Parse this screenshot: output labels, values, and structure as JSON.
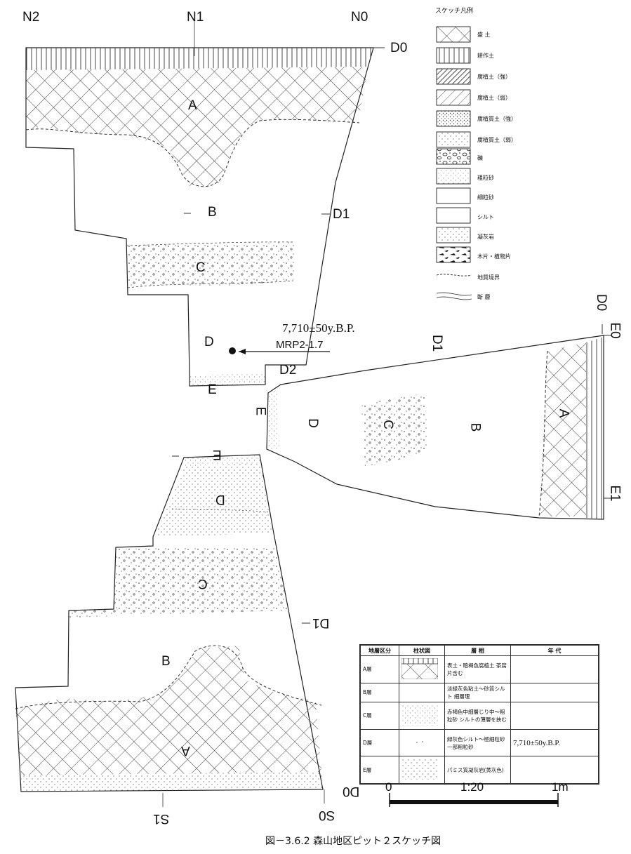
{
  "top_labels": {
    "n2": "N2",
    "n1": "N1",
    "n0": "N0",
    "d0_top": "D0"
  },
  "layers_north": {
    "a": "A",
    "b": "B",
    "c": "C",
    "d": "D",
    "e": "E"
  },
  "depth_marks": {
    "d1_north": "D1",
    "d2": "D2",
    "d1_east": "D1",
    "d0_east": "D0",
    "e0": "E0",
    "e1": "E1",
    "d1_south": "D1",
    "d0_south": "D0"
  },
  "layers_east": {
    "a": "A",
    "b": "B",
    "c": "C",
    "d": "D",
    "e": "E"
  },
  "layers_south": {
    "a": "A",
    "b": "B",
    "c": "C",
    "d": "D",
    "e": "E"
  },
  "bottom_labels": {
    "s1": "S1",
    "s0": "S0"
  },
  "sample": {
    "date": "7,710±50y.B.P.",
    "code": "MRP2-1.7"
  },
  "legend": {
    "title": "スケッチ凡例",
    "items": [
      {
        "label": "盛 土",
        "pattern": "crosshatch"
      },
      {
        "label": "耕作土",
        "pattern": "vertical"
      },
      {
        "label": "腐植土（強）",
        "pattern": "dense-diag"
      },
      {
        "label": "腐植土（弱）",
        "pattern": "sparse-diag"
      },
      {
        "label": "腐植質土（強）",
        "pattern": "dense-dots"
      },
      {
        "label": "腐植質土（弱）",
        "pattern": "sparse-dots"
      },
      {
        "label": "礫",
        "pattern": "gravel"
      },
      {
        "label": "粗粒砂",
        "pattern": "fine-dots"
      },
      {
        "label": "細粒砂",
        "pattern": "blank"
      },
      {
        "label": "シルト",
        "pattern": "blank"
      },
      {
        "label": "凝灰岩",
        "pattern": "faint-dots"
      },
      {
        "label": "木片・植物片",
        "pattern": "wood"
      },
      {
        "label": "地質境界",
        "pattern": "dashed-line"
      },
      {
        "label": "断 層",
        "pattern": "fault-line"
      }
    ]
  },
  "strat_table": {
    "headers": [
      "地層区分",
      "柱状図",
      "層 相",
      "年 代"
    ],
    "rows": [
      {
        "layer": "A層",
        "facies": "表土・暗褐色腐植土 茶腐片含む",
        "age": ""
      },
      {
        "layer": "B層",
        "facies": "淡緑灰色粘土～砂質シルト 細層理",
        "age": ""
      },
      {
        "layer": "C層",
        "facies": "赤褐色中細層じり中～粗粒砂 シルトの薄層を挟む",
        "age": ""
      },
      {
        "layer": "D層",
        "facies": "緑灰色シルト～極細粒砂 一部粗粒砂",
        "age": "7,710±50y.B.P."
      },
      {
        "layer": "E層",
        "facies": "パミス質凝灰岩(黄灰色)",
        "age": ""
      }
    ]
  },
  "scale_bar": {
    "start": "0",
    "mid": "1:20",
    "end": "1m"
  },
  "caption": "図－3.6.2 森山地区ピット２スケッチ図"
}
